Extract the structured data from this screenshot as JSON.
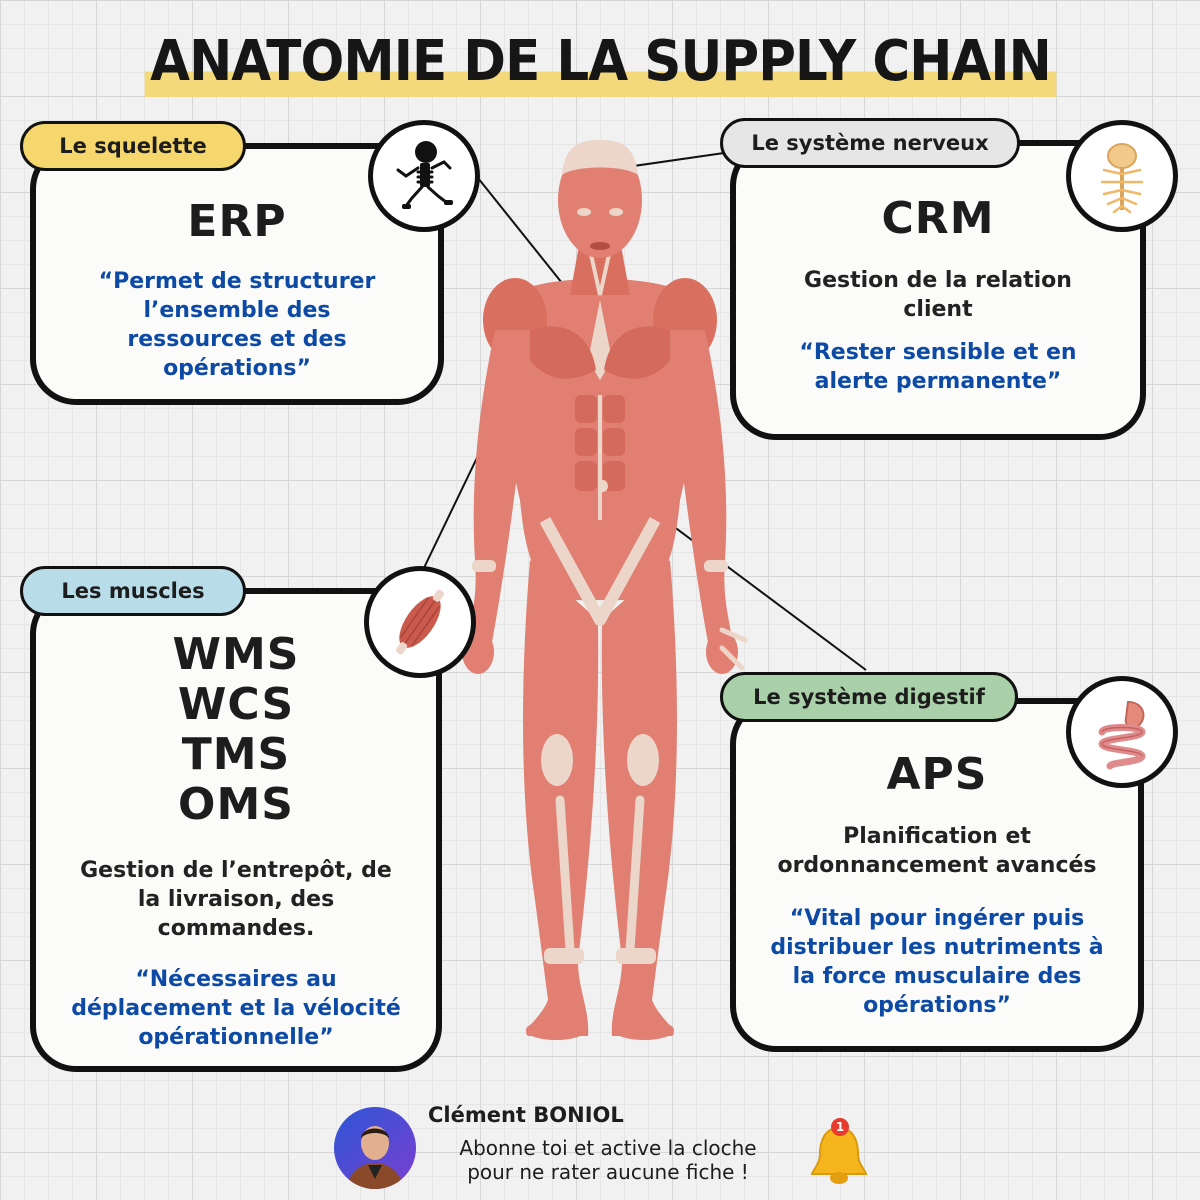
{
  "title": "ANATOMIE DE LA SUPPLY CHAIN",
  "cards": {
    "erp": {
      "tag": "Le squelette",
      "acronym": "ERP",
      "quote_lines": [
        "“Permet de structurer",
        "l’ensemble des",
        "ressources et des",
        "opérations”"
      ],
      "icon": "skeleton-icon",
      "tag_color": "#f5d76e"
    },
    "crm": {
      "tag": "Le système nerveux",
      "acronym": "CRM",
      "desc_lines": [
        "Gestion de la relation",
        "client"
      ],
      "quote_lines": [
        "“Rester sensible et en",
        "alerte permanente”"
      ],
      "icon": "nervous-system-icon",
      "tag_color": "#e6e6e6"
    },
    "muscles": {
      "tag": "Les muscles",
      "acronyms": [
        "WMS",
        "WCS",
        "TMS",
        "OMS"
      ],
      "desc_lines": [
        "Gestion de l’entrepôt, de",
        "la livraison, des",
        "commandes."
      ],
      "quote_lines": [
        "“Nécessaires au",
        "déplacement et la vélocité",
        "opérationnelle”"
      ],
      "icon": "muscle-icon",
      "tag_color": "#b9dde8"
    },
    "aps": {
      "tag": "Le système digestif",
      "acronym": "APS",
      "desc_lines": [
        "Planification et",
        "ordonnancement avancés"
      ],
      "quote_lines": [
        "“Vital pour ingérer puis",
        "distribuer les nutriments à",
        "la force musculaire des",
        "opérations”"
      ],
      "icon": "digestive-system-icon",
      "tag_color": "#a9d0a9"
    }
  },
  "colors": {
    "accent_quote": "#0d4aa6",
    "title_highlight": "#f4d97a",
    "muscle": "#e07f72",
    "tendon": "#ecd5c9"
  },
  "footer": {
    "name": "Clément BONIOL",
    "line1": "Abonne toi et active la cloche",
    "line2": "pour ne rater aucune fiche !",
    "bell_icon": "bell-icon",
    "notification_count": "1"
  }
}
